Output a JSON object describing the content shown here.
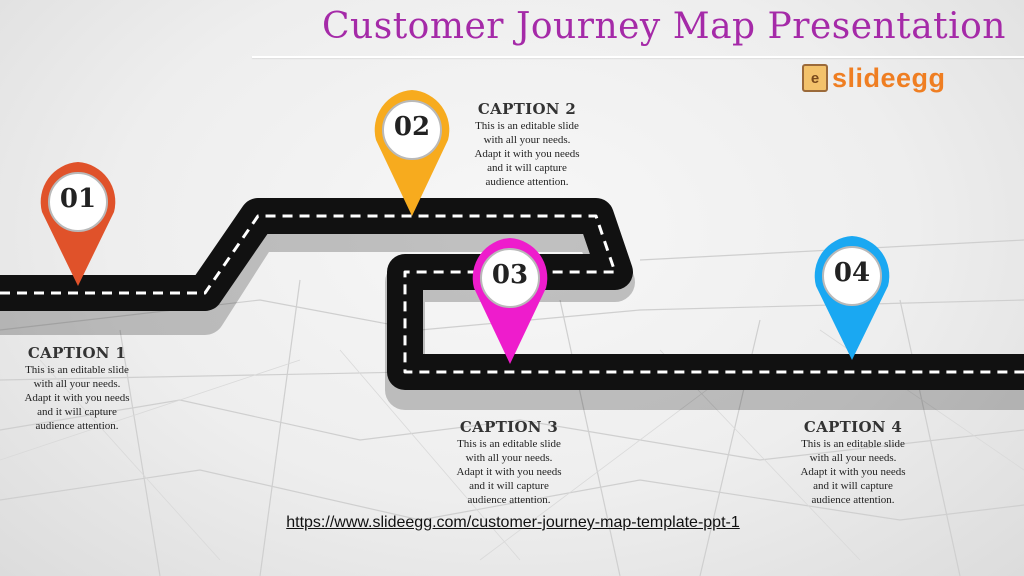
{
  "slide": {
    "title": "Customer Journey Map Presentation",
    "brand": {
      "name": "slideegg",
      "icon": "egg-logo-icon"
    },
    "road_color": "#111111",
    "source_link": "https://www.slideegg.com/customer-journey-map-template-ppt-1"
  },
  "pins": [
    {
      "number": "01",
      "color": "#e0522a"
    },
    {
      "number": "02",
      "color": "#f7ab1e"
    },
    {
      "number": "03",
      "color": "#ee1ccc"
    },
    {
      "number": "04",
      "color": "#1aa8f2"
    }
  ],
  "captions": [
    {
      "title": "CAPTION 1",
      "text": "This is an editable slide\nwith all your needs.\nAdapt it with you needs\nand it will capture\naudience attention."
    },
    {
      "title": "CAPTION 2",
      "text": "This is an editable slide\nwith all your needs.\nAdapt it with you needs\nand it will capture\naudience attention."
    },
    {
      "title": "CAPTION 3",
      "text": "This is an editable slide\nwith all your needs.\nAdapt it with you needs\nand it will capture\naudience attention."
    },
    {
      "title": "CAPTION 4",
      "text": "This is an editable slide\nwith all your needs.\nAdapt it with you needs\nand it will capture\naudience attention."
    }
  ]
}
